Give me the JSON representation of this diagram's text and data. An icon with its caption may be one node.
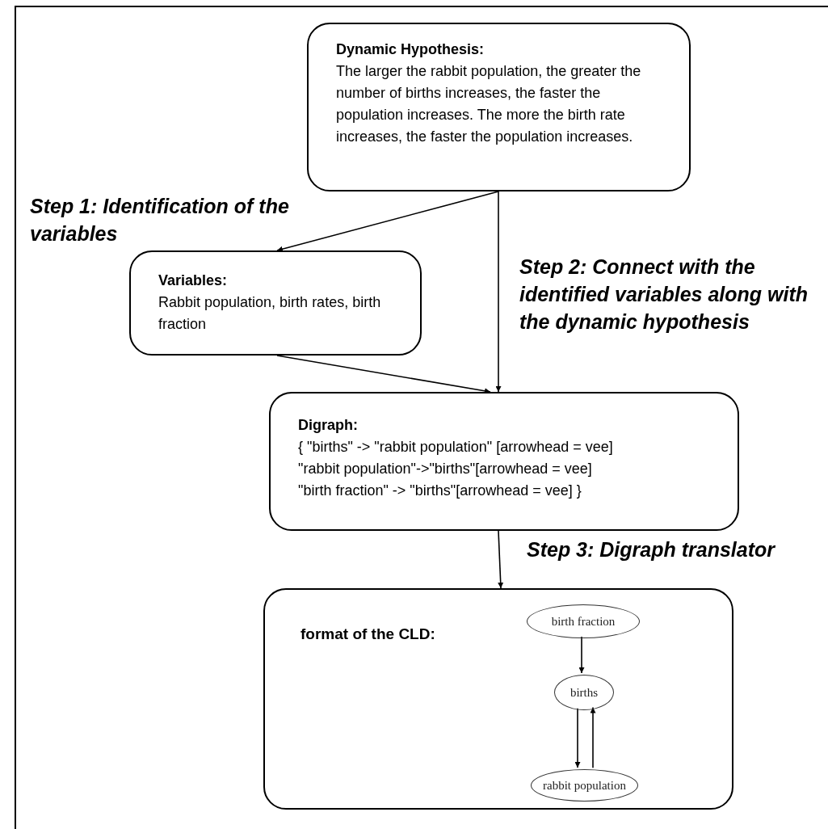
{
  "diagram": {
    "nodes": [
      {
        "text": [
          "Dynamic Hypothesis:",
          "The larger the rabbit population, the greater the number of births increases, the faster the population increases. The more the birth rate increases, the faster the population increases."
        ]
      },
      {
        "text": [
          "Variables:",
          "Rabbit population, birth rates, birth fraction"
        ]
      },
      {
        "text": [
          "Digraph:",
          "{ \"births\" -> \"rabbit population\" [arrowhead = vee]",
          "\"rabbit population\"->\"births\"[arrowhead = vee]",
          "\"birth fraction\" -> \"births\"[arrowhead = vee] }"
        ]
      },
      {
        "text": [
          "format of the CLD:"
        ]
      },
      {
        "text": [
          "birth fraction"
        ],
        "in": 3
      },
      {
        "text": [
          "births"
        ],
        "in": 3
      },
      {
        "text": [
          "rabbit population"
        ],
        "in": 3
      }
    ],
    "edges": [
      {
        "from": 0,
        "to": 1,
        "arrow": "to",
        "label": "Step 1: Identification of the variables"
      },
      {
        "from": 0,
        "to": 2,
        "arrow": "to",
        "label": "Step 2: Connect with the identified variables along with the dynamic hypothesis"
      },
      {
        "from": 1,
        "to": 2,
        "arrow": "to"
      },
      {
        "from": 2,
        "to": 3,
        "arrow": "to",
        "label": "Step 3: Digraph translator"
      },
      {
        "from": 4,
        "to": 5,
        "arrow": "to"
      },
      {
        "from": 5,
        "to": 6,
        "arrow": "to"
      },
      {
        "from": 6,
        "to": 5,
        "arrow": "to"
      }
    ]
  }
}
